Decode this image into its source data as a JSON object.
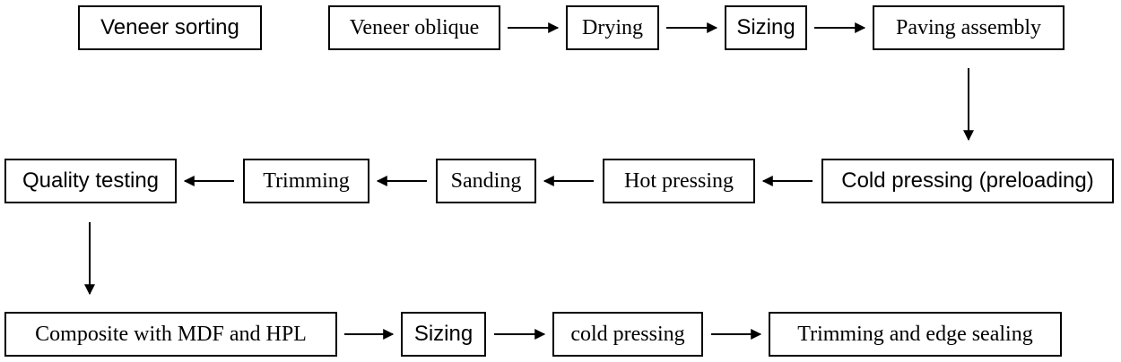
{
  "colors": {
    "stroke": "#000000",
    "background": "#ffffff"
  },
  "steps": {
    "veneer_sorting": "Veneer sorting",
    "veneer_oblique": "Veneer oblique",
    "drying": "Drying",
    "sizing_1": "Sizing",
    "paving_assembly": "Paving assembly",
    "cold_pressing_preloading": "Cold pressing (preloading)",
    "hot_pressing": "Hot pressing",
    "sanding": "Sanding",
    "trimming": "Trimming",
    "quality_testing": "Quality testing",
    "composite": "Composite with MDF and HPL",
    "sizing_2": "Sizing",
    "cold_pressing": "cold pressing",
    "trimming_edge_sealing": "Trimming and edge sealing"
  }
}
